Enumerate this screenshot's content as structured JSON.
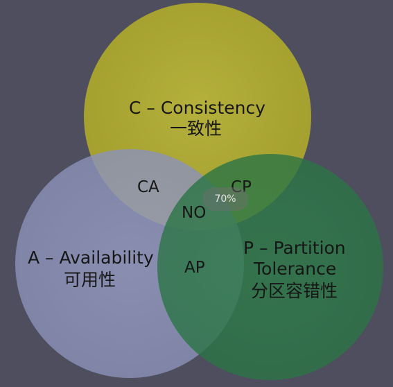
{
  "diagram": {
    "c": {
      "title": "C – Consistency",
      "subtitle": "一致性",
      "color": "#b7b22e"
    },
    "a": {
      "title": "A – Availability",
      "subtitle": "可用性",
      "color": "#8d93ba"
    },
    "p": {
      "title1": "P – Partition",
      "title2": "Tolerance",
      "subtitle": "分区容错性",
      "color": "#2f7b4a"
    },
    "ca": "CA",
    "cp": "CP",
    "ap": "AP",
    "no": "NO"
  },
  "overlay": {
    "zoom_label": "70%"
  },
  "colors": {
    "background": "#4e4e5f"
  }
}
